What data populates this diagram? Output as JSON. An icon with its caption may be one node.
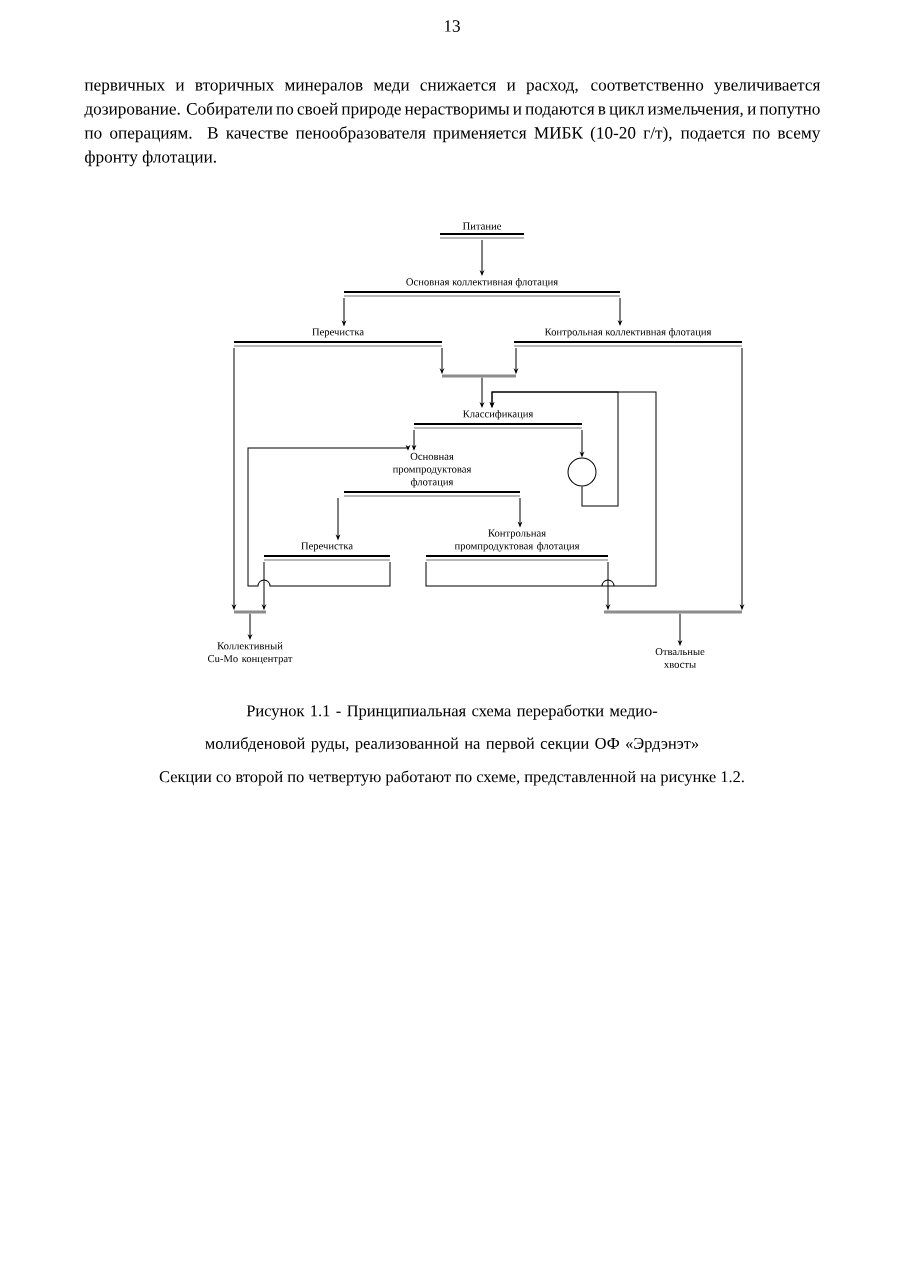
{
  "diagram": {
    "caption": "Рисунок 1.1 - Принципиальная схема переработки медио-молибденовой руды, реализованной на первой секции ОФ «Эрдэнэт»",
    "nodes": [
      {
        "text": [
          "Питание"
        ]
      },
      {
        "text": [
          "Основная коллективная флотация"
        ]
      },
      {
        "text": [
          "Перечистка"
        ]
      },
      {
        "text": [
          "Контрольная коллективная флотация"
        ]
      },
      {
        "text": [],
        "shape": "bar"
      },
      {
        "text": [
          "Классификация"
        ]
      },
      {
        "text": [],
        "shape": "circle"
      },
      {
        "text": [
          "Основная промпродуктовая флотация"
        ]
      },
      {
        "text": [
          "Перечистка"
        ]
      },
      {
        "text": [
          "Контрольная промпродуктовая флотация"
        ]
      },
      {
        "text": [
          "Коллективный Cu-Mo концентрат"
        ]
      },
      {
        "text": [
          "Отвальные хвосты"
        ]
      },
      {
        "text": [],
        "shape": "bar"
      },
      {
        "text": [],
        "shape": "bar"
      }
    ],
    "edges": [
      {
        "from": 0,
        "to": 1,
        "arrow": "to"
      },
      {
        "from": 1,
        "to": 2,
        "arrow": "to"
      },
      {
        "from": 1,
        "to": 3,
        "arrow": "to"
      },
      {
        "from": 2,
        "to": 4,
        "arrow": "to"
      },
      {
        "from": 3,
        "to": 4,
        "arrow": "to"
      },
      {
        "from": 4,
        "to": 5,
        "arrow": "to"
      },
      {
        "from": 5,
        "to": 7,
        "arrow": "to"
      },
      {
        "from": 5,
        "to": 6,
        "arrow": "to"
      },
      {
        "from": 6,
        "to": 5,
        "arrow": "to"
      },
      {
        "from": 7,
        "to": 8,
        "arrow": "to"
      },
      {
        "from": 7,
        "to": 9,
        "arrow": "to"
      },
      {
        "from": 8,
        "to": 12,
        "arrow": "to"
      },
      {
        "from": 8,
        "to": 7,
        "arrow": "to"
      },
      {
        "from": 9,
        "to": 5,
        "arrow": "to"
      },
      {
        "from": 9,
        "to": 13,
        "arrow": "to"
      },
      {
        "from": 2,
        "to": 12,
        "arrow": "to"
      },
      {
        "from": 3,
        "to": 13,
        "arrow": "to"
      },
      {
        "from": 12,
        "to": 10,
        "arrow": "to"
      },
      {
        "from": 13,
        "to": 11,
        "arrow": "to"
      }
    ],
    "labels": [
      "13",
      "первичных и вторичных минералов меди снижается и расход, соответственно увеличивается дозирование. Собиратели по своей природе нерастворимы и подаются в цикл измельчения, и попутно по операциям. В качестве пенообразователя применяется МИБК (10-20 г/т), подается по всему фронту флотации.",
      "Секции со второй по четвертую работают по схеме, представленной на рисунке 1.2."
    ]
  }
}
